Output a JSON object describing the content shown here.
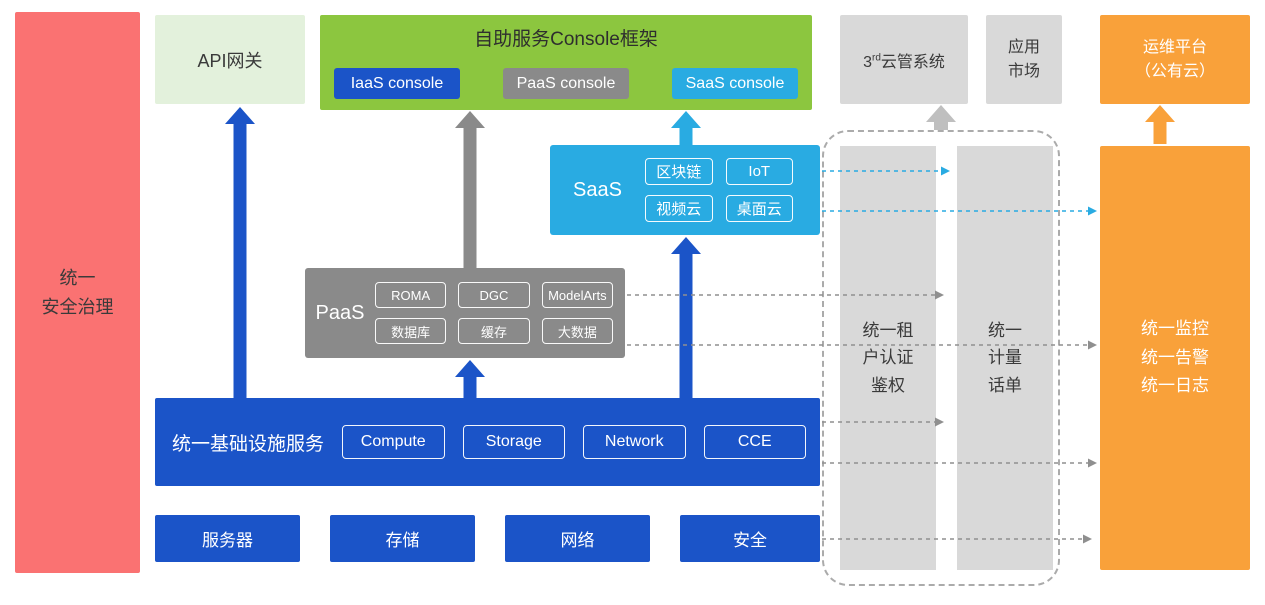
{
  "colors": {
    "red": "#FA7272",
    "light_green": "#E3F1DC",
    "green": "#8CC63F",
    "blue": "#1B54C8",
    "gray": "#8A8A8A",
    "light_gray": "#D9D9D9",
    "cyan": "#29ABE2",
    "orange": "#F9A13A",
    "arrow_gray": "#BFBFBF",
    "dash_gray": "#8F8F8F",
    "dark_text": "#3A3A3A"
  },
  "security_pillar": {
    "line1": "统一",
    "line2": "安全治理"
  },
  "api_gateway": {
    "label": "API网关"
  },
  "console_frame": {
    "title": "自助服务Console框架",
    "consoles": [
      {
        "label": "IaaS console"
      },
      {
        "label": "PaaS console"
      },
      {
        "label": "SaaS console"
      }
    ]
  },
  "third_cloud": {
    "prefix": "3",
    "sup": "rd",
    "rest": "云管系统"
  },
  "app_market": {
    "line1": "应用",
    "line2": "市场"
  },
  "om_platform": {
    "line1": "运维平台",
    "line2": "（公有云）"
  },
  "saas": {
    "label": "SaaS",
    "items": [
      "区块链",
      "IoT",
      "视频云",
      "桌面云"
    ]
  },
  "paas": {
    "label": "PaaS",
    "items": [
      "ROMA",
      "DGC",
      "ModelArts",
      "数据库",
      "缓存",
      "大数据"
    ]
  },
  "iaas": {
    "label": "统一基础设施服务",
    "items": [
      "Compute",
      "Storage",
      "Network",
      "CCE"
    ]
  },
  "hardware": {
    "items": [
      "服务器",
      "存储",
      "网络",
      "安全"
    ]
  },
  "auth_pillar": {
    "line1": "统一租",
    "line2": "户认证",
    "line3": "鉴权"
  },
  "metering_pillar": {
    "line1": "统一",
    "line2": "计量",
    "line3": "话单"
  },
  "monitoring_pillar": {
    "line1": "统一监控",
    "line2": "统一告警",
    "line3": "统一日志"
  }
}
